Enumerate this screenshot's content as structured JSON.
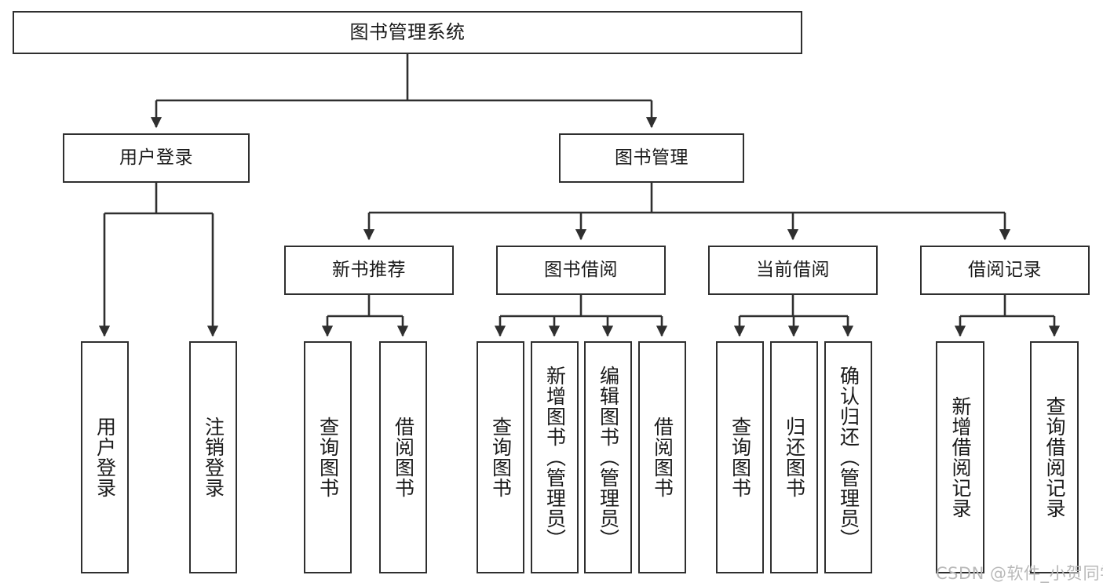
{
  "diagram": {
    "title": "图书管理系统",
    "type": "tree-hierarchy-chart",
    "watermark": "CSDN @软件_小贺同学",
    "colors": {
      "stroke": "#2f2f2f",
      "fill": "#ffffff",
      "text": "#1a1a1a",
      "watermark": "#b9b9b9"
    },
    "root": {
      "label": "图书管理系统"
    },
    "level2": [
      {
        "label": "用户登录"
      },
      {
        "label": "图书管理"
      }
    ],
    "level3": [
      {
        "label": "新书推荐"
      },
      {
        "label": "图书借阅"
      },
      {
        "label": "当前借阅"
      },
      {
        "label": "借阅记录"
      }
    ],
    "leaves": {
      "user_login": [
        {
          "label": "用户登录"
        },
        {
          "label": "注销登录"
        }
      ],
      "new_book_recommend": [
        {
          "label": "查询图书"
        },
        {
          "label": "借阅图书"
        }
      ],
      "book_borrow": [
        {
          "label": "查询图书"
        },
        {
          "label": "新增图书（管理员）"
        },
        {
          "label": "编辑图书（管理员）"
        },
        {
          "label": "借阅图书"
        }
      ],
      "current_borrow": [
        {
          "label": "查询图书"
        },
        {
          "label": "归还图书"
        },
        {
          "label": "确认归还（管理员）"
        }
      ],
      "borrow_records": [
        {
          "label": "新增借阅记录"
        },
        {
          "label": "查询借阅记录"
        }
      ]
    }
  }
}
